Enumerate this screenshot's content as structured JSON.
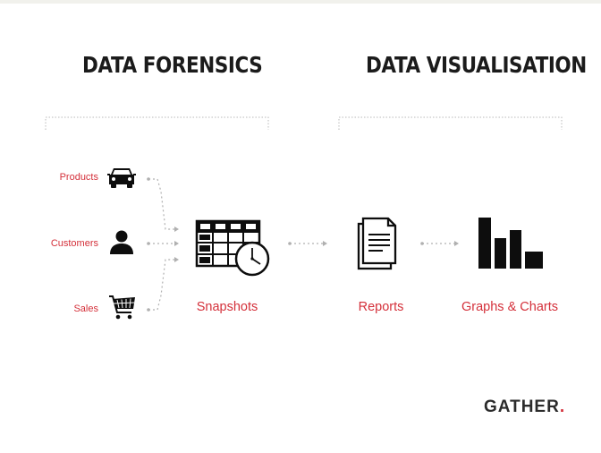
{
  "headings": {
    "forensics": "DATA FORENSICS",
    "visualisation": "DATA VISUALISATION"
  },
  "sources": {
    "products": "Products",
    "customers": "Customers",
    "sales": "Sales"
  },
  "stages": {
    "snapshots": "Snapshots",
    "reports": "Reports",
    "graphs": "Graphs & Charts"
  },
  "brand": {
    "name": "GATHER",
    "dot": "."
  },
  "icons": {
    "products": "car-icon",
    "customers": "person-icon",
    "sales": "shopping-cart-icon",
    "snapshots": "table-clock-icon",
    "reports": "document-icon",
    "graphs": "bar-chart-icon"
  },
  "colors": {
    "accent": "#d4303a",
    "text": "#1b1b1b",
    "connector": "#b0b0b0"
  }
}
